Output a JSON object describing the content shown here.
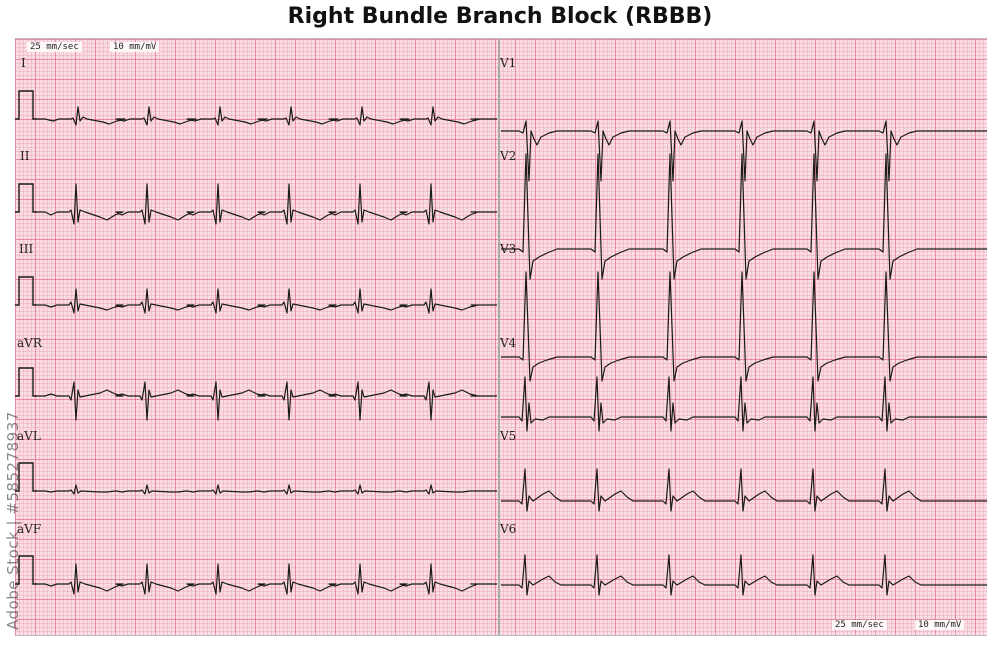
{
  "title": "Right Bundle Branch Block (RBBB)",
  "calibration": {
    "top_speed": "25 mm/sec",
    "top_gain": "10 mm/mV",
    "bottom_speed": "25 mm/sec",
    "bottom_gain": "10 mm/mV"
  },
  "leads": {
    "I": "I",
    "II": "II",
    "III": "III",
    "aVR": "aVR",
    "aVL": "aVL",
    "aVF": "aVF",
    "V1": "V1",
    "V2": "V2",
    "V3": "V3",
    "V4": "V4",
    "V5": "V5",
    "V6": "V6"
  },
  "watermark": "Adobe Stock | #585278937",
  "colors": {
    "trace": "#1a1a1a",
    "paper": "#f9dde2",
    "grid_major": "#e2607f"
  }
}
